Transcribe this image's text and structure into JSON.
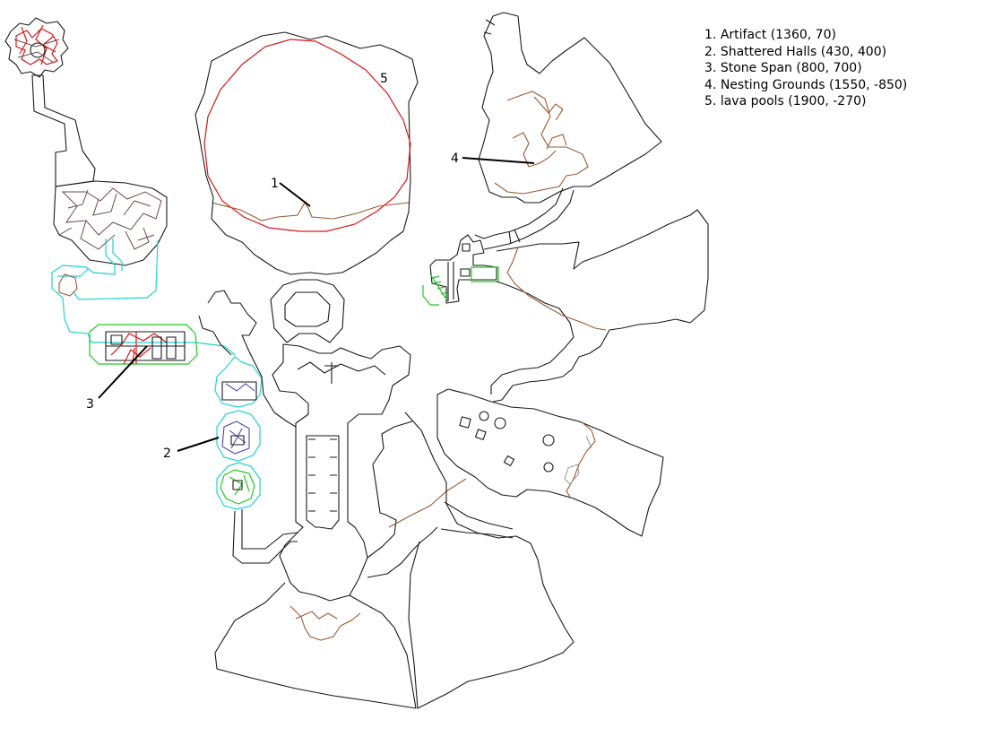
{
  "markers": [
    {
      "id": "1",
      "label": "Artifact",
      "coords": "(1360, 70)"
    },
    {
      "id": "2",
      "label": "Shattered Halls",
      "coords": "(430, 400)"
    },
    {
      "id": "3",
      "label": "Stone Span",
      "coords": "(800, 700)"
    },
    {
      "id": "4",
      "label": "Nesting Grounds",
      "coords": "(1550, -850)"
    },
    {
      "id": "5",
      "label": "lava pools",
      "coords": "(1900, -270)"
    }
  ],
  "colors": {
    "background": "#ffffff",
    "walls": "#1a1a1a",
    "lava": "#d81818",
    "dirt_path": "#9a5a32",
    "water_tunnel": "#22d2d2",
    "green_room": "#22c822",
    "purple_room": "#4848b0"
  }
}
